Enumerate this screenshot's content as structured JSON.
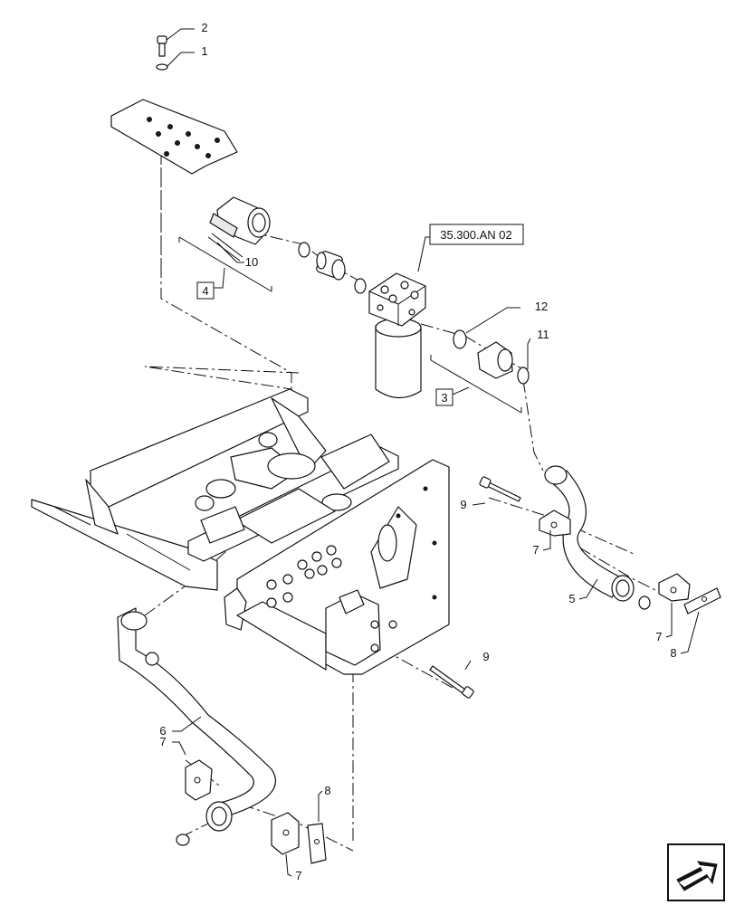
{
  "diagram": {
    "reference_label": "35.300.AN 02",
    "callouts": {
      "c1": "1",
      "c2": "2",
      "c3": "3",
      "c4": "4",
      "c5": "5",
      "c6": "6",
      "c7a": "7",
      "c7b": "7",
      "c7c": "7",
      "c7d": "7",
      "c8a": "8",
      "c8b": "8",
      "c9a": "9",
      "c9b": "9",
      "c10": "10",
      "c11": "11",
      "c12": "12"
    }
  },
  "colors": {
    "line": "#111111",
    "background": "#ffffff",
    "shade": "#e9e9e9"
  },
  "icons": {
    "navigation": "next-page-arrow-icon"
  }
}
